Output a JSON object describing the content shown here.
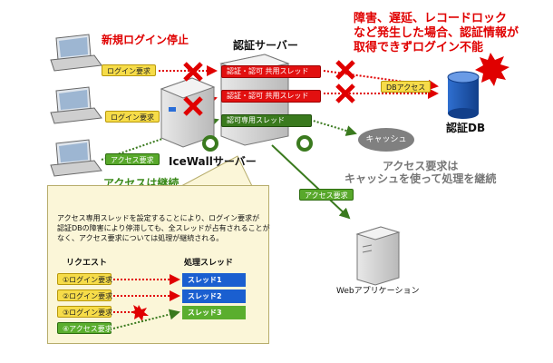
{
  "top_right_note": {
    "lines": [
      "障害、遅延、レコードロック",
      "など発生した場合、認証情報が",
      "取得できずログイン不能"
    ]
  },
  "auth_server": {
    "title": "認証サーバー",
    "thread1_label": "認証・認可 共用スレッド",
    "thread2_label": "認証・認可 共用スレッド",
    "access_thread_label": "認可専用スレッド"
  },
  "clients": {
    "client1_note": "新規ログイン停止",
    "login_request_1": "ログイン要求",
    "login_request_2": "ログイン要求",
    "access_request": "アクセス要求",
    "access_continues": "アクセスは継続"
  },
  "icewall_label": "IceWallサーバー",
  "db": {
    "db_access_label": "DBアクセス",
    "db_name": "認証DB"
  },
  "cache": {
    "label": "キャッシュ",
    "note_lines": [
      "アクセス要求は",
      "キャッシュを使って処理を継続"
    ]
  },
  "web": {
    "access_request": "アクセス要求",
    "label": "Webアプリケーション"
  },
  "callout": {
    "text_lines": [
      "アクセス専用スレッドを設定することにより、ログイン要求が",
      "認証DBの障害により停滞しても、全スレッドが占有されることが",
      "なく、アクセス要求については処理が継続される。"
    ],
    "requests_header": "リクエスト",
    "threads_header": "処理スレッド",
    "requests": [
      "①ログイン要求",
      "②ログイン要求",
      "③ログイン要求",
      "④アクセス要求"
    ],
    "threads": [
      "スレッド1",
      "スレッド2",
      "スレッド3"
    ]
  },
  "colors": {
    "red": "#e00000",
    "yellow": "#f6dc49",
    "green": "#58a82b",
    "dark_green": "#3a7a1e",
    "blue": "#1a5fd0",
    "db_blue": "#1a4fa8",
    "cache_gray": "#808080"
  }
}
